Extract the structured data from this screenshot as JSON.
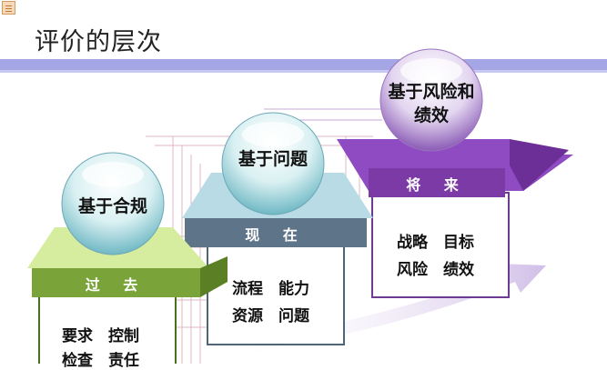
{
  "title": "评价的层次",
  "stages": [
    {
      "header": "过 去",
      "sphere": "基于合规",
      "lines": [
        "要求　控制",
        "检查　责任"
      ],
      "color": "#7aa33a"
    },
    {
      "header": "现 在",
      "sphere": "基于问题",
      "lines": [
        "流程　能力",
        "资源　问题"
      ],
      "color": "#5d7489"
    },
    {
      "header": "将 来",
      "sphere": "基于风险和绩效",
      "sphere_lines": [
        "基于风险和",
        "绩效"
      ],
      "lines": [
        "战略　目标",
        "风险　绩效"
      ],
      "color": "#7b3aa6"
    }
  ]
}
